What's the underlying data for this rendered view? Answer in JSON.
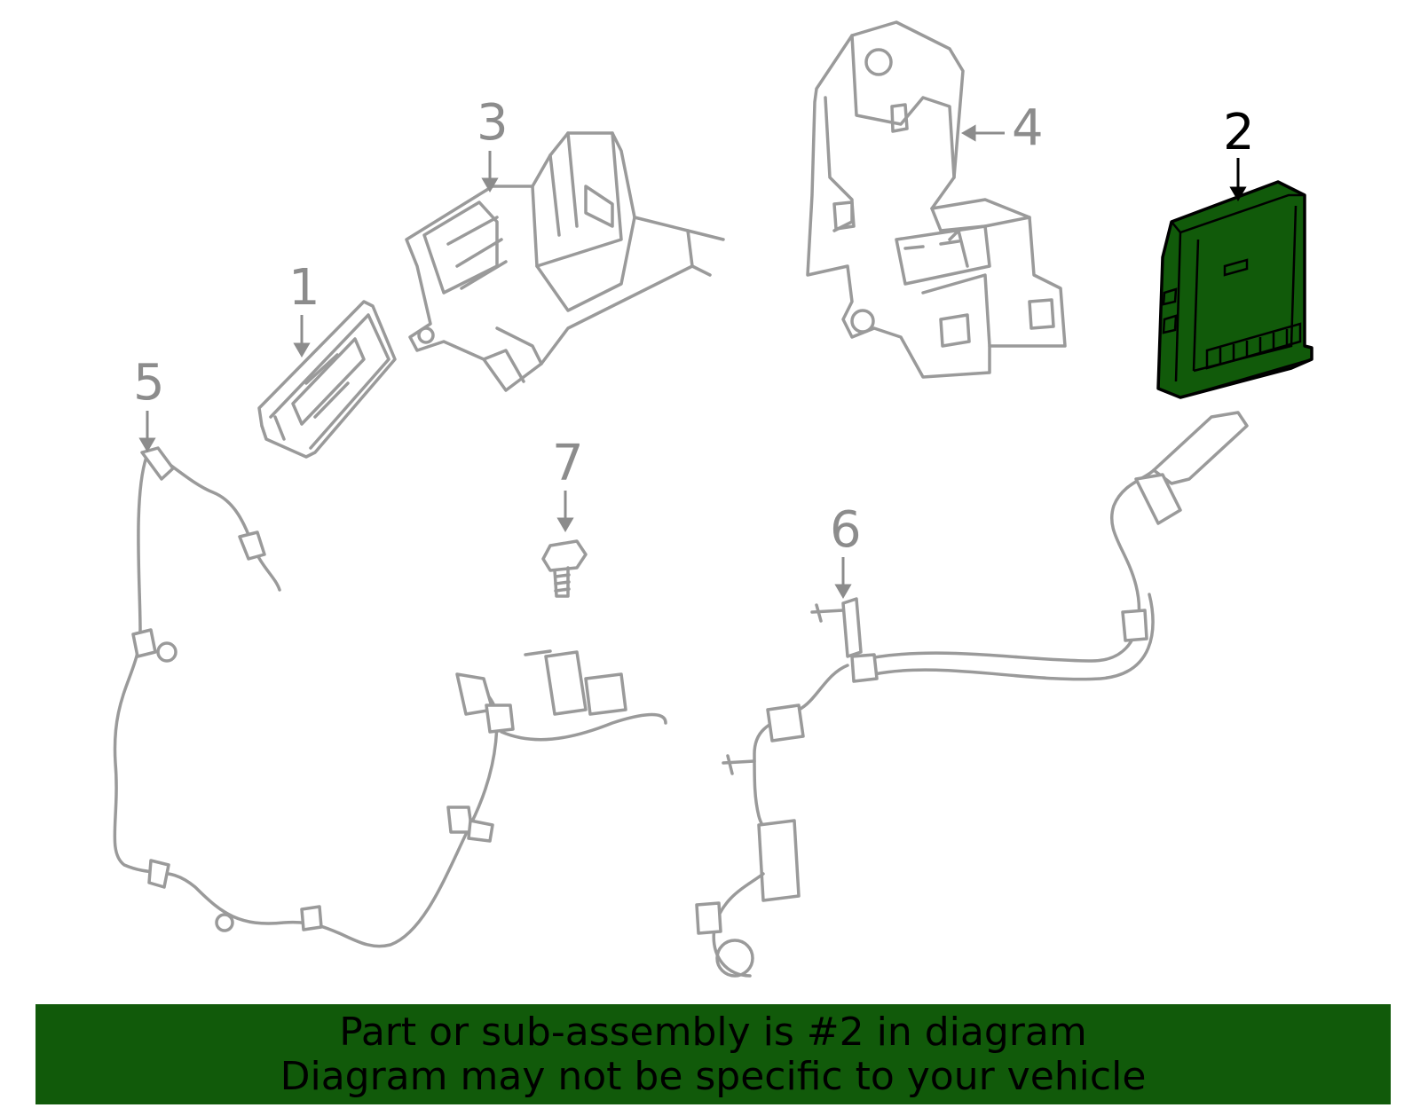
{
  "callouts": [
    {
      "id": "1",
      "label": "1"
    },
    {
      "id": "2",
      "label": "2",
      "highlighted": true
    },
    {
      "id": "3",
      "label": "3"
    },
    {
      "id": "4",
      "label": "4"
    },
    {
      "id": "5",
      "label": "5"
    },
    {
      "id": "6",
      "label": "6"
    },
    {
      "id": "7",
      "label": "7"
    }
  ],
  "banner": {
    "line1": "Part or sub-assembly is #2 in diagram",
    "line2": "Diagram may not be specific to your vehicle"
  },
  "colors": {
    "highlight": "#115a0a",
    "outline_gray": "#9a9a9a",
    "label_gray": "#8c8c8c",
    "banner_bg": "#115a0a"
  }
}
